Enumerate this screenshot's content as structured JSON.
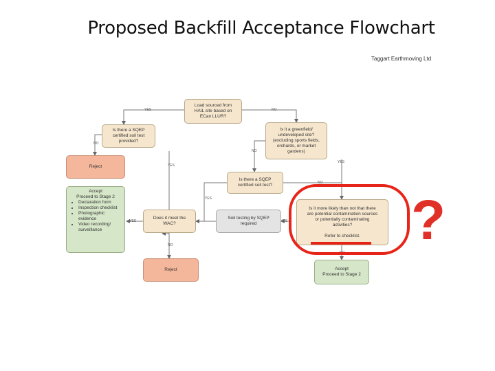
{
  "title": "Proposed Backfill Acceptance Flowchart",
  "company": "Taggart Earthmoving Ltd",
  "nodes": {
    "start": "Load sourced from\nHAIL site based on\nECan LLUR?",
    "sqep_provided": "Is there a SQEP\ncertified soil test\nprovided?",
    "greenfield": "Is it a greenfield/\nundeveloped site?\n(excluding sports fields,\norchards, or market\ngardens)",
    "reject_top": "Reject",
    "sqep_test": "Is there a SQEP\ncertified soil test?",
    "stage2_head": "Accept\nProceed to Stage 2",
    "stage2_items": [
      "Declaration form",
      "Inspection checklist",
      "Photographic evidence",
      "Video recording/ surveillance"
    ],
    "wac": "Does it meet the\nWAC?",
    "soil_testing": "Soil testing by SQEP\nrequired",
    "likely": "Is it more likely than not that there\nare potential contamination sources\nor potentially contaminating\nactivities?",
    "checklist": "Refer to checklist.",
    "reject_bottom": "Reject",
    "accept_bottom": "Accept\nProceed to Stage 2"
  },
  "labels": {
    "yes": "YES",
    "no": "NO"
  },
  "annotation": "?",
  "colors": {
    "tan": "#f6e6cd",
    "grey": "#e4e4e4",
    "reject": "#f4b79b",
    "accept": "#d6e6c8",
    "highlight": "#e82418"
  }
}
